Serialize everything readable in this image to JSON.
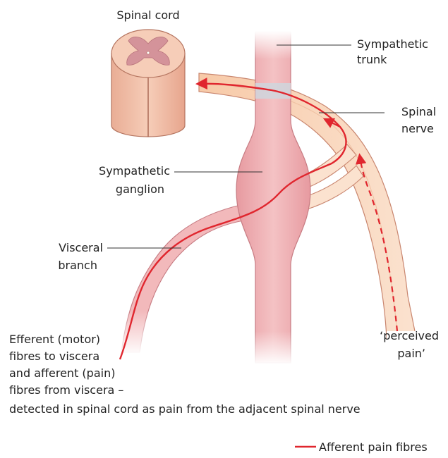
{
  "labels": {
    "spinal_cord": "Spinal cord",
    "sympathetic_trunk": [
      "Sympathetic",
      "trunk"
    ],
    "spinal_nerve": [
      "Spinal",
      "nerve"
    ],
    "sympathetic_ganglion": [
      "Sympathetic",
      "ganglion"
    ],
    "visceral_branch": [
      "Visceral",
      "branch"
    ],
    "efferent_note": [
      "Efferent (motor)",
      "fibres to viscera",
      "and afferent (pain)",
      "fibres from viscera –",
      "detected in spinal cord as pain from the adjacent spinal nerve"
    ],
    "perceived_pain": [
      "‘perceived",
      "pain’"
    ]
  },
  "legend": {
    "label": "Afferent pain fibres",
    "color": "#e0262e"
  },
  "colors": {
    "trunk_fill": "#f2b9bb",
    "nerve_fill": "#f9d8c2",
    "nerve_edge": "#c9866f",
    "cord_fill": "#f2c2ab",
    "grey_matter": "#cc8c94",
    "pain_fibre": "#e0262e"
  }
}
